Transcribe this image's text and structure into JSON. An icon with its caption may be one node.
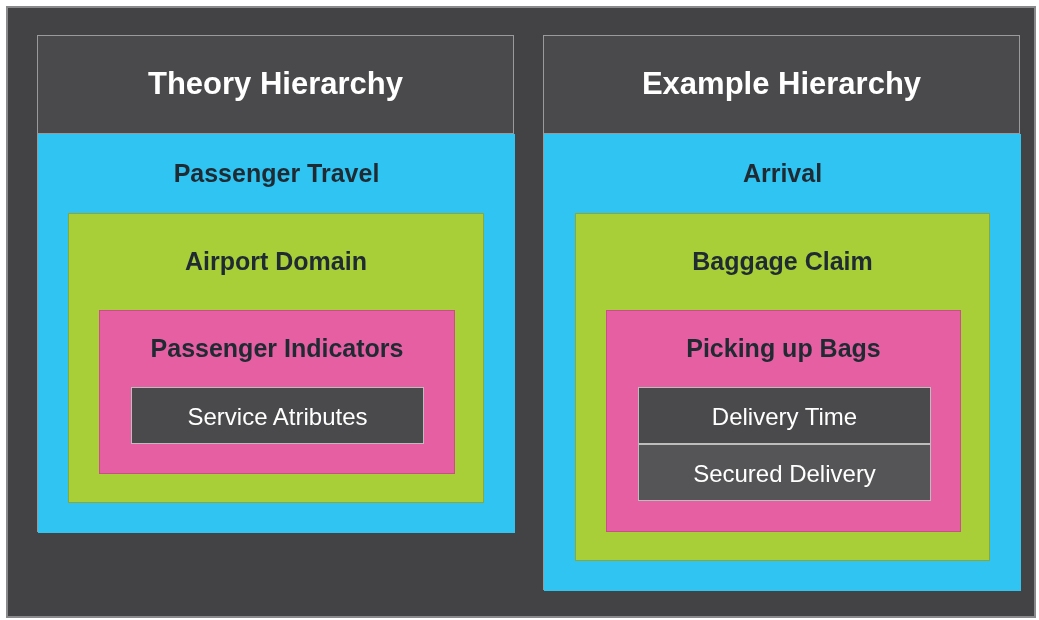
{
  "diagram": {
    "nodes": [
      {
        "text": [
          "Theory Hierarchy"
        ]
      },
      {
        "text": [
          "Passenger Travel"
        ],
        "in": 0
      },
      {
        "text": [
          "Airport Domain"
        ],
        "in": 1
      },
      {
        "text": [
          "Passenger Indicators"
        ],
        "in": 2
      },
      {
        "text": [
          "Service Atributes"
        ],
        "in": 3
      },
      {
        "text": [
          "Example Hierarchy"
        ]
      },
      {
        "text": [
          "Arrival"
        ],
        "in": 5
      },
      {
        "text": [
          "Baggage Claim"
        ],
        "in": 6
      },
      {
        "text": [
          "Picking up Bags"
        ],
        "in": 7
      },
      {
        "text": [
          "Delivery Time"
        ],
        "in": 8
      },
      {
        "text": [
          "Secured Delivery"
        ],
        "in": 8
      }
    ]
  }
}
